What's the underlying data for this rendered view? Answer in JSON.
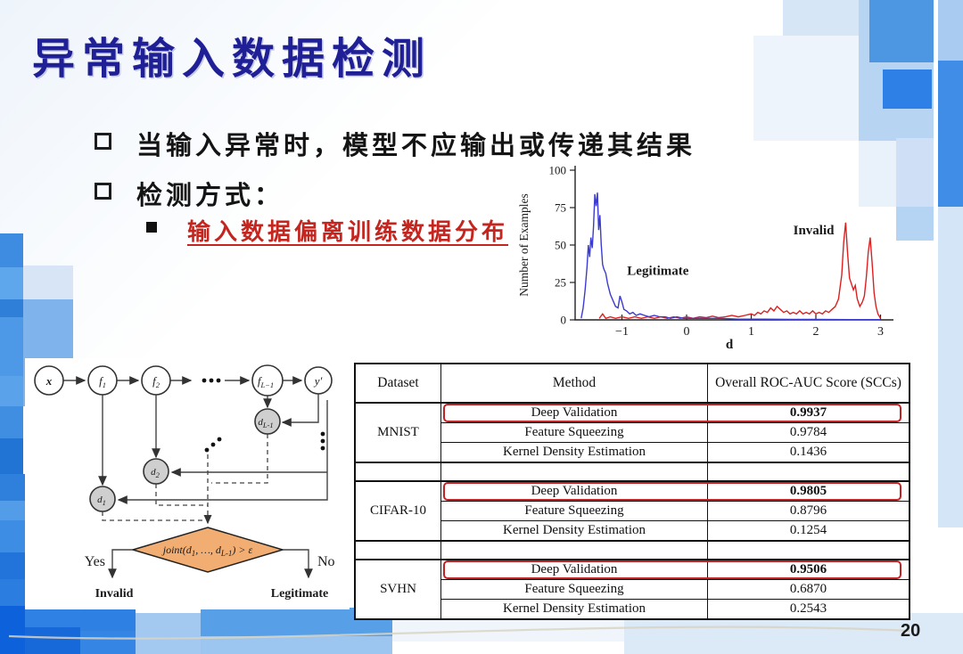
{
  "slide": {
    "title": "异常输入数据检测",
    "page_number": "20",
    "bullets": {
      "b1": "当输入异常时，模型不应输出或传递其结果",
      "b2": "检测方式：",
      "sub1": "输入数据偏离训练数据分布"
    }
  },
  "chart_data": {
    "type": "line",
    "title": "",
    "xlabel": "d",
    "ylabel": "Number of Examples",
    "xlim": [
      -1.72,
      3.05
    ],
    "ylim": [
      0,
      100
    ],
    "xticks": [
      -1,
      0,
      1,
      2,
      3
    ],
    "yticks": [
      0,
      25,
      50,
      75,
      100
    ],
    "grid": false,
    "legend_position": "inline-annotations",
    "series": [
      {
        "name": "Invalid",
        "color": "#dd2020",
        "label": {
          "x": 1.65,
          "y": 57
        },
        "points": [
          [
            -1.35,
            1
          ],
          [
            -1.3,
            4
          ],
          [
            -1.25,
            1
          ],
          [
            -1.18,
            2
          ],
          [
            -1.1,
            1
          ],
          [
            -1.0,
            2
          ],
          [
            -0.9,
            1
          ],
          [
            -0.8,
            2
          ],
          [
            -0.7,
            1
          ],
          [
            -0.6,
            2
          ],
          [
            -0.5,
            1
          ],
          [
            -0.4,
            2
          ],
          [
            -0.3,
            1
          ],
          [
            -0.2,
            2
          ],
          [
            -0.1,
            1
          ],
          [
            0.0,
            2
          ],
          [
            0.1,
            1
          ],
          [
            0.2,
            2
          ],
          [
            0.3,
            1.5
          ],
          [
            0.4,
            2.5
          ],
          [
            0.5,
            1.5
          ],
          [
            0.6,
            2
          ],
          [
            0.7,
            3
          ],
          [
            0.8,
            2
          ],
          [
            0.9,
            3
          ],
          [
            1.0,
            4
          ],
          [
            1.05,
            3
          ],
          [
            1.1,
            5
          ],
          [
            1.15,
            4
          ],
          [
            1.2,
            6
          ],
          [
            1.25,
            5
          ],
          [
            1.3,
            8
          ],
          [
            1.35,
            6
          ],
          [
            1.4,
            9
          ],
          [
            1.45,
            7
          ],
          [
            1.5,
            5
          ],
          [
            1.55,
            6
          ],
          [
            1.6,
            4
          ],
          [
            1.65,
            5
          ],
          [
            1.7,
            4
          ],
          [
            1.75,
            6
          ],
          [
            1.8,
            4
          ],
          [
            1.85,
            5
          ],
          [
            1.9,
            4
          ],
          [
            1.95,
            6
          ],
          [
            2.0,
            4
          ],
          [
            2.05,
            5
          ],
          [
            2.1,
            4
          ],
          [
            2.15,
            6
          ],
          [
            2.2,
            5
          ],
          [
            2.25,
            7
          ],
          [
            2.3,
            9
          ],
          [
            2.35,
            14
          ],
          [
            2.4,
            30
          ],
          [
            2.43,
            52
          ],
          [
            2.46,
            65
          ],
          [
            2.49,
            45
          ],
          [
            2.52,
            28
          ],
          [
            2.55,
            24
          ],
          [
            2.58,
            20
          ],
          [
            2.61,
            23
          ],
          [
            2.64,
            14
          ],
          [
            2.68,
            9
          ],
          [
            2.72,
            12
          ],
          [
            2.75,
            16
          ],
          [
            2.78,
            28
          ],
          [
            2.81,
            45
          ],
          [
            2.84,
            55
          ],
          [
            2.87,
            38
          ],
          [
            2.9,
            18
          ],
          [
            2.93,
            9
          ],
          [
            2.96,
            4
          ],
          [
            3.0,
            1
          ]
        ]
      },
      {
        "name": "Legitimate",
        "color": "#3b3bd0",
        "label": {
          "x": -0.92,
          "y": 30
        },
        "points": [
          [
            -1.63,
            1
          ],
          [
            -1.6,
            8
          ],
          [
            -1.57,
            20
          ],
          [
            -1.54,
            35
          ],
          [
            -1.52,
            50
          ],
          [
            -1.5,
            42
          ],
          [
            -1.48,
            55
          ],
          [
            -1.46,
            48
          ],
          [
            -1.44,
            62
          ],
          [
            -1.42,
            84
          ],
          [
            -1.4,
            76
          ],
          [
            -1.38,
            85
          ],
          [
            -1.36,
            60
          ],
          [
            -1.34,
            70
          ],
          [
            -1.32,
            50
          ],
          [
            -1.3,
            37
          ],
          [
            -1.28,
            34
          ],
          [
            -1.25,
            31
          ],
          [
            -1.22,
            24
          ],
          [
            -1.18,
            17
          ],
          [
            -1.14,
            13
          ],
          [
            -1.1,
            9
          ],
          [
            -1.06,
            8
          ],
          [
            -1.03,
            16
          ],
          [
            -1.0,
            12
          ],
          [
            -0.97,
            7
          ],
          [
            -0.93,
            6
          ],
          [
            -0.88,
            4
          ],
          [
            -0.83,
            5
          ],
          [
            -0.78,
            3
          ],
          [
            -0.72,
            4
          ],
          [
            -0.65,
            3
          ],
          [
            -0.58,
            2
          ],
          [
            -0.5,
            3
          ],
          [
            -0.42,
            2
          ],
          [
            -0.33,
            2
          ],
          [
            -0.25,
            1
          ],
          [
            -0.15,
            2
          ],
          [
            -0.05,
            1
          ],
          [
            0.1,
            1
          ],
          [
            0.3,
            1
          ],
          [
            0.5,
            1
          ],
          [
            0.8,
            0.5
          ],
          [
            1.2,
            0.5
          ],
          [
            1.6,
            0.3
          ],
          [
            2.0,
            0.3
          ],
          [
            2.5,
            0.2
          ],
          [
            3.0,
            0.2
          ]
        ]
      }
    ]
  },
  "diagram": {
    "nodes": {
      "x": {
        "base": "x",
        "sub": ""
      },
      "f1": {
        "base": "f",
        "sub": "1"
      },
      "f2": {
        "base": "f",
        "sub": "2"
      },
      "fL1": {
        "base": "f",
        "sub": "L−1"
      },
      "y": {
        "base": "y′",
        "sub": ""
      },
      "dL1": {
        "base": "d",
        "sub": "L-1"
      },
      "d2": {
        "base": "d",
        "sub": "2"
      },
      "d1": {
        "base": "d",
        "sub": "1"
      }
    },
    "diamond_label": [
      {
        "t": "joint(d"
      },
      {
        "s": "1"
      },
      {
        "t": ", …, d"
      },
      {
        "s": "L-1"
      },
      {
        "t": ") > ε"
      }
    ],
    "diamond_fill": "#f2ae72",
    "yes": "Yes",
    "no": "No",
    "invalid": "Invalid",
    "legitimate": "Legitimate"
  },
  "table": {
    "headers": [
      "Dataset",
      "Method",
      "Overall ROC-AUC Score (SCCs)"
    ],
    "highlight_color": "#c42222",
    "groups": [
      {
        "dataset": "MNIST",
        "rows": [
          {
            "method": "Deep Validation",
            "score": "0.9937",
            "highlight": true
          },
          {
            "method": "Feature Squeezing",
            "score": "0.9784",
            "highlight": false
          },
          {
            "method": "Kernel Density Estimation",
            "score": "0.1436",
            "highlight": false
          }
        ]
      },
      {
        "dataset": "CIFAR-10",
        "rows": [
          {
            "method": "Deep Validation",
            "score": "0.9805",
            "highlight": true
          },
          {
            "method": "Feature Squeezing",
            "score": "0.8796",
            "highlight": false
          },
          {
            "method": "Kernel Density Estimation",
            "score": "0.1254",
            "highlight": false
          }
        ]
      },
      {
        "dataset": "SVHN",
        "rows": [
          {
            "method": "Deep Validation",
            "score": "0.9506",
            "highlight": true
          },
          {
            "method": "Feature Squeezing",
            "score": "0.6870",
            "highlight": false
          },
          {
            "method": "Kernel Density Estimation",
            "score": "0.2543",
            "highlight": false
          }
        ]
      }
    ]
  },
  "colors": {
    "title": "#1f1f96",
    "accent_red": "#c4261f",
    "legitimate_blue": "#3b3bd0",
    "invalid_red": "#dd2020",
    "deco_blue_bright": "#2e7fe6",
    "deco_blue_medium": "#4c96e2",
    "deco_blue_light": "#cfe3f7"
  }
}
